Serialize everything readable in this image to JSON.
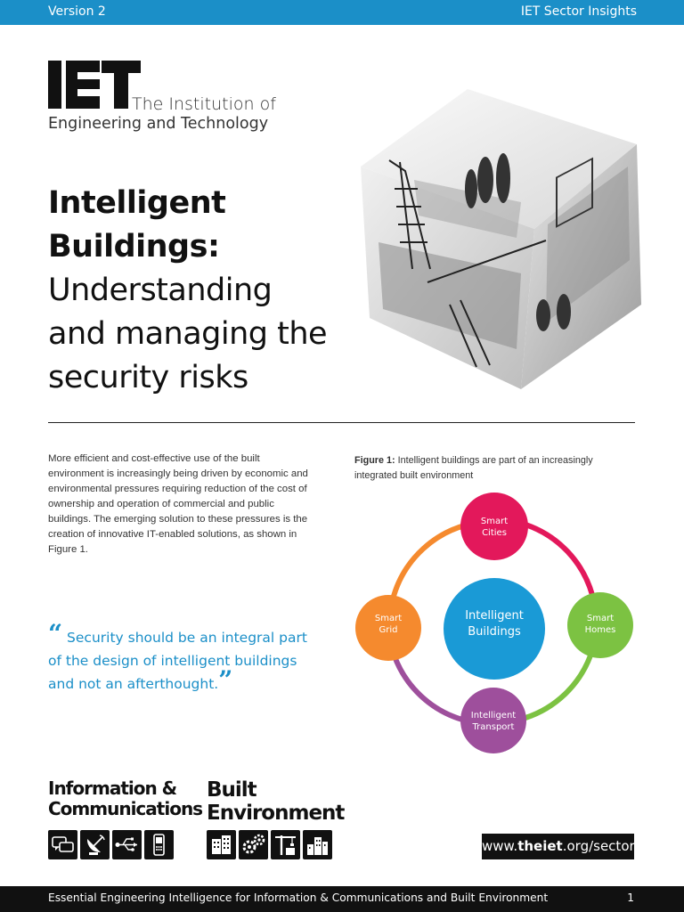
{
  "header": {
    "version": "Version 2",
    "series": "IET Sector Insights"
  },
  "logo": {
    "mark": "IET",
    "line1": "The Institution of",
    "line2": "Engineering and Technology"
  },
  "title": {
    "bold_line1": "Intelligent",
    "bold_line2": "Buildings:",
    "line3": "Understanding",
    "line4": "and managing the",
    "line5": "security risks"
  },
  "intro": "More efficient and cost-effective use of the built environment is increasingly being driven by economic and environmental pressures requiring reduction of the cost of ownership and operation of commercial and public buildings. The emerging solution to these pressures is the creation of innovative IT-enabled solutions, as shown in Figure 1.",
  "quote": {
    "open": "“",
    "text": "Security should be an integral part of the design of intelligent buildings and not an afterthought.",
    "close": "”"
  },
  "figure": {
    "label": "Figure 1:",
    "caption": " Intelligent buildings are part of an increasingly integrated built environment",
    "center": {
      "line1": "Intelligent",
      "line2": "Buildings"
    },
    "nodes": {
      "top": {
        "line1": "Smart",
        "line2": "Cities"
      },
      "right": {
        "line1": "Smart",
        "line2": "Homes"
      },
      "bottom": {
        "line1": "Intelligent",
        "line2": "Transport"
      },
      "left": {
        "line1": "Smart",
        "line2": "Grid"
      }
    },
    "colors": {
      "center": "#1a9ad6",
      "top": "#e3185b",
      "right": "#7cc242",
      "bottom": "#9e4f9c",
      "left": "#f58a2e"
    }
  },
  "sectors": {
    "ict": {
      "line1": "Information &",
      "line2": "Communications"
    },
    "built": {
      "line1": "Built",
      "line2": "Environment"
    }
  },
  "url": {
    "prefix": "www.",
    "bold": "theiet",
    "suffix": ".org/sectors"
  },
  "footer": {
    "text": "Essential Engineering Intelligence for Information & Communications and Built Environment",
    "page": "1"
  },
  "colors": {
    "accent": "#1b8fc8"
  }
}
